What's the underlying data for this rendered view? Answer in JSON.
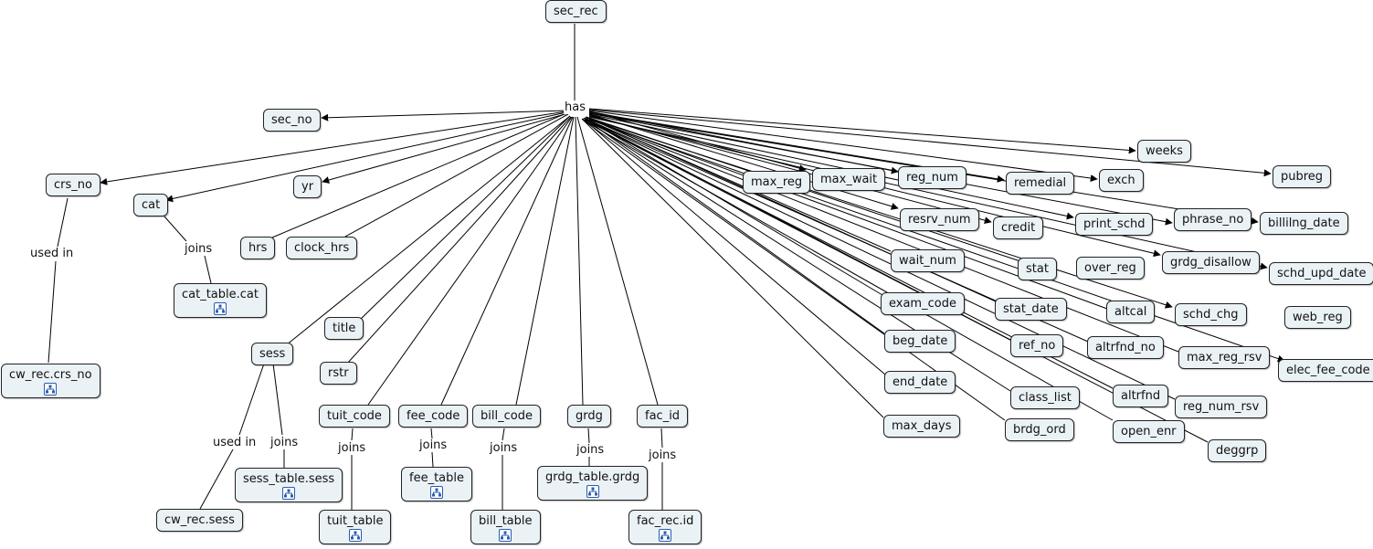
{
  "root": "sec_rec",
  "hub": "has",
  "links": {
    "used_in": "used in",
    "joins": "joins"
  },
  "fields": {
    "sec_no": "sec_no",
    "crs_no": "crs_no",
    "cat": "cat",
    "yr": "yr",
    "hrs": "hrs",
    "clock_hrs": "clock_hrs",
    "title": "title",
    "rstr": "rstr",
    "sess": "sess",
    "tuit_code": "tuit_code",
    "fee_code": "fee_code",
    "bill_code": "bill_code",
    "grdg": "grdg",
    "fac_id": "fac_id",
    "weeks": "weeks",
    "pubreg": "pubreg",
    "exch": "exch",
    "max_reg": "max_reg",
    "max_wait": "max_wait",
    "reg_num": "reg_num",
    "remedial": "remedial",
    "phrase_no": "phrase_no",
    "billilng_date": "billilng_date",
    "print_schd": "print_schd",
    "resrv_num": "resrv_num",
    "credit": "credit",
    "grdg_disallow": "grdg_disallow",
    "schd_upd_date": "schd_upd_date",
    "wait_num": "wait_num",
    "stat": "stat",
    "over_reg": "over_reg",
    "web_reg": "web_reg",
    "exam_code": "exam_code",
    "stat_date": "stat_date",
    "altcal": "altcal",
    "schd_chg": "schd_chg",
    "beg_date": "beg_date",
    "ref_no": "ref_no",
    "altrfnd_no": "altrfnd_no",
    "max_reg_rsv": "max_reg_rsv",
    "elec_fee_code": "elec_fee_code",
    "end_date": "end_date",
    "class_list": "class_list",
    "altrfnd": "altrfnd",
    "reg_num_rsv": "reg_num_rsv",
    "max_days": "max_days",
    "brdg_ord": "brdg_ord",
    "open_enr": "open_enr",
    "deggrp": "deggrp"
  },
  "targets": {
    "cw_rec_crs_no": "cw_rec.crs_no",
    "cat_table_cat": "cat_table.cat",
    "cw_rec_sess": "cw_rec.sess",
    "sess_table_sess": "sess_table.sess",
    "tuit_table": "tuit_table",
    "fee_table": "fee_table",
    "bill_table": "bill_table",
    "grdg_table_grdg": "grdg_table.grdg",
    "fac_rec_id": "fac_rec.id"
  },
  "icons": {
    "linked_resource": "linked-concept-map-icon"
  },
  "colors": {
    "node_fill": "#eaf2f6",
    "node_border": "#222222",
    "line": "#000000",
    "icon_border": "#2a5db0"
  }
}
